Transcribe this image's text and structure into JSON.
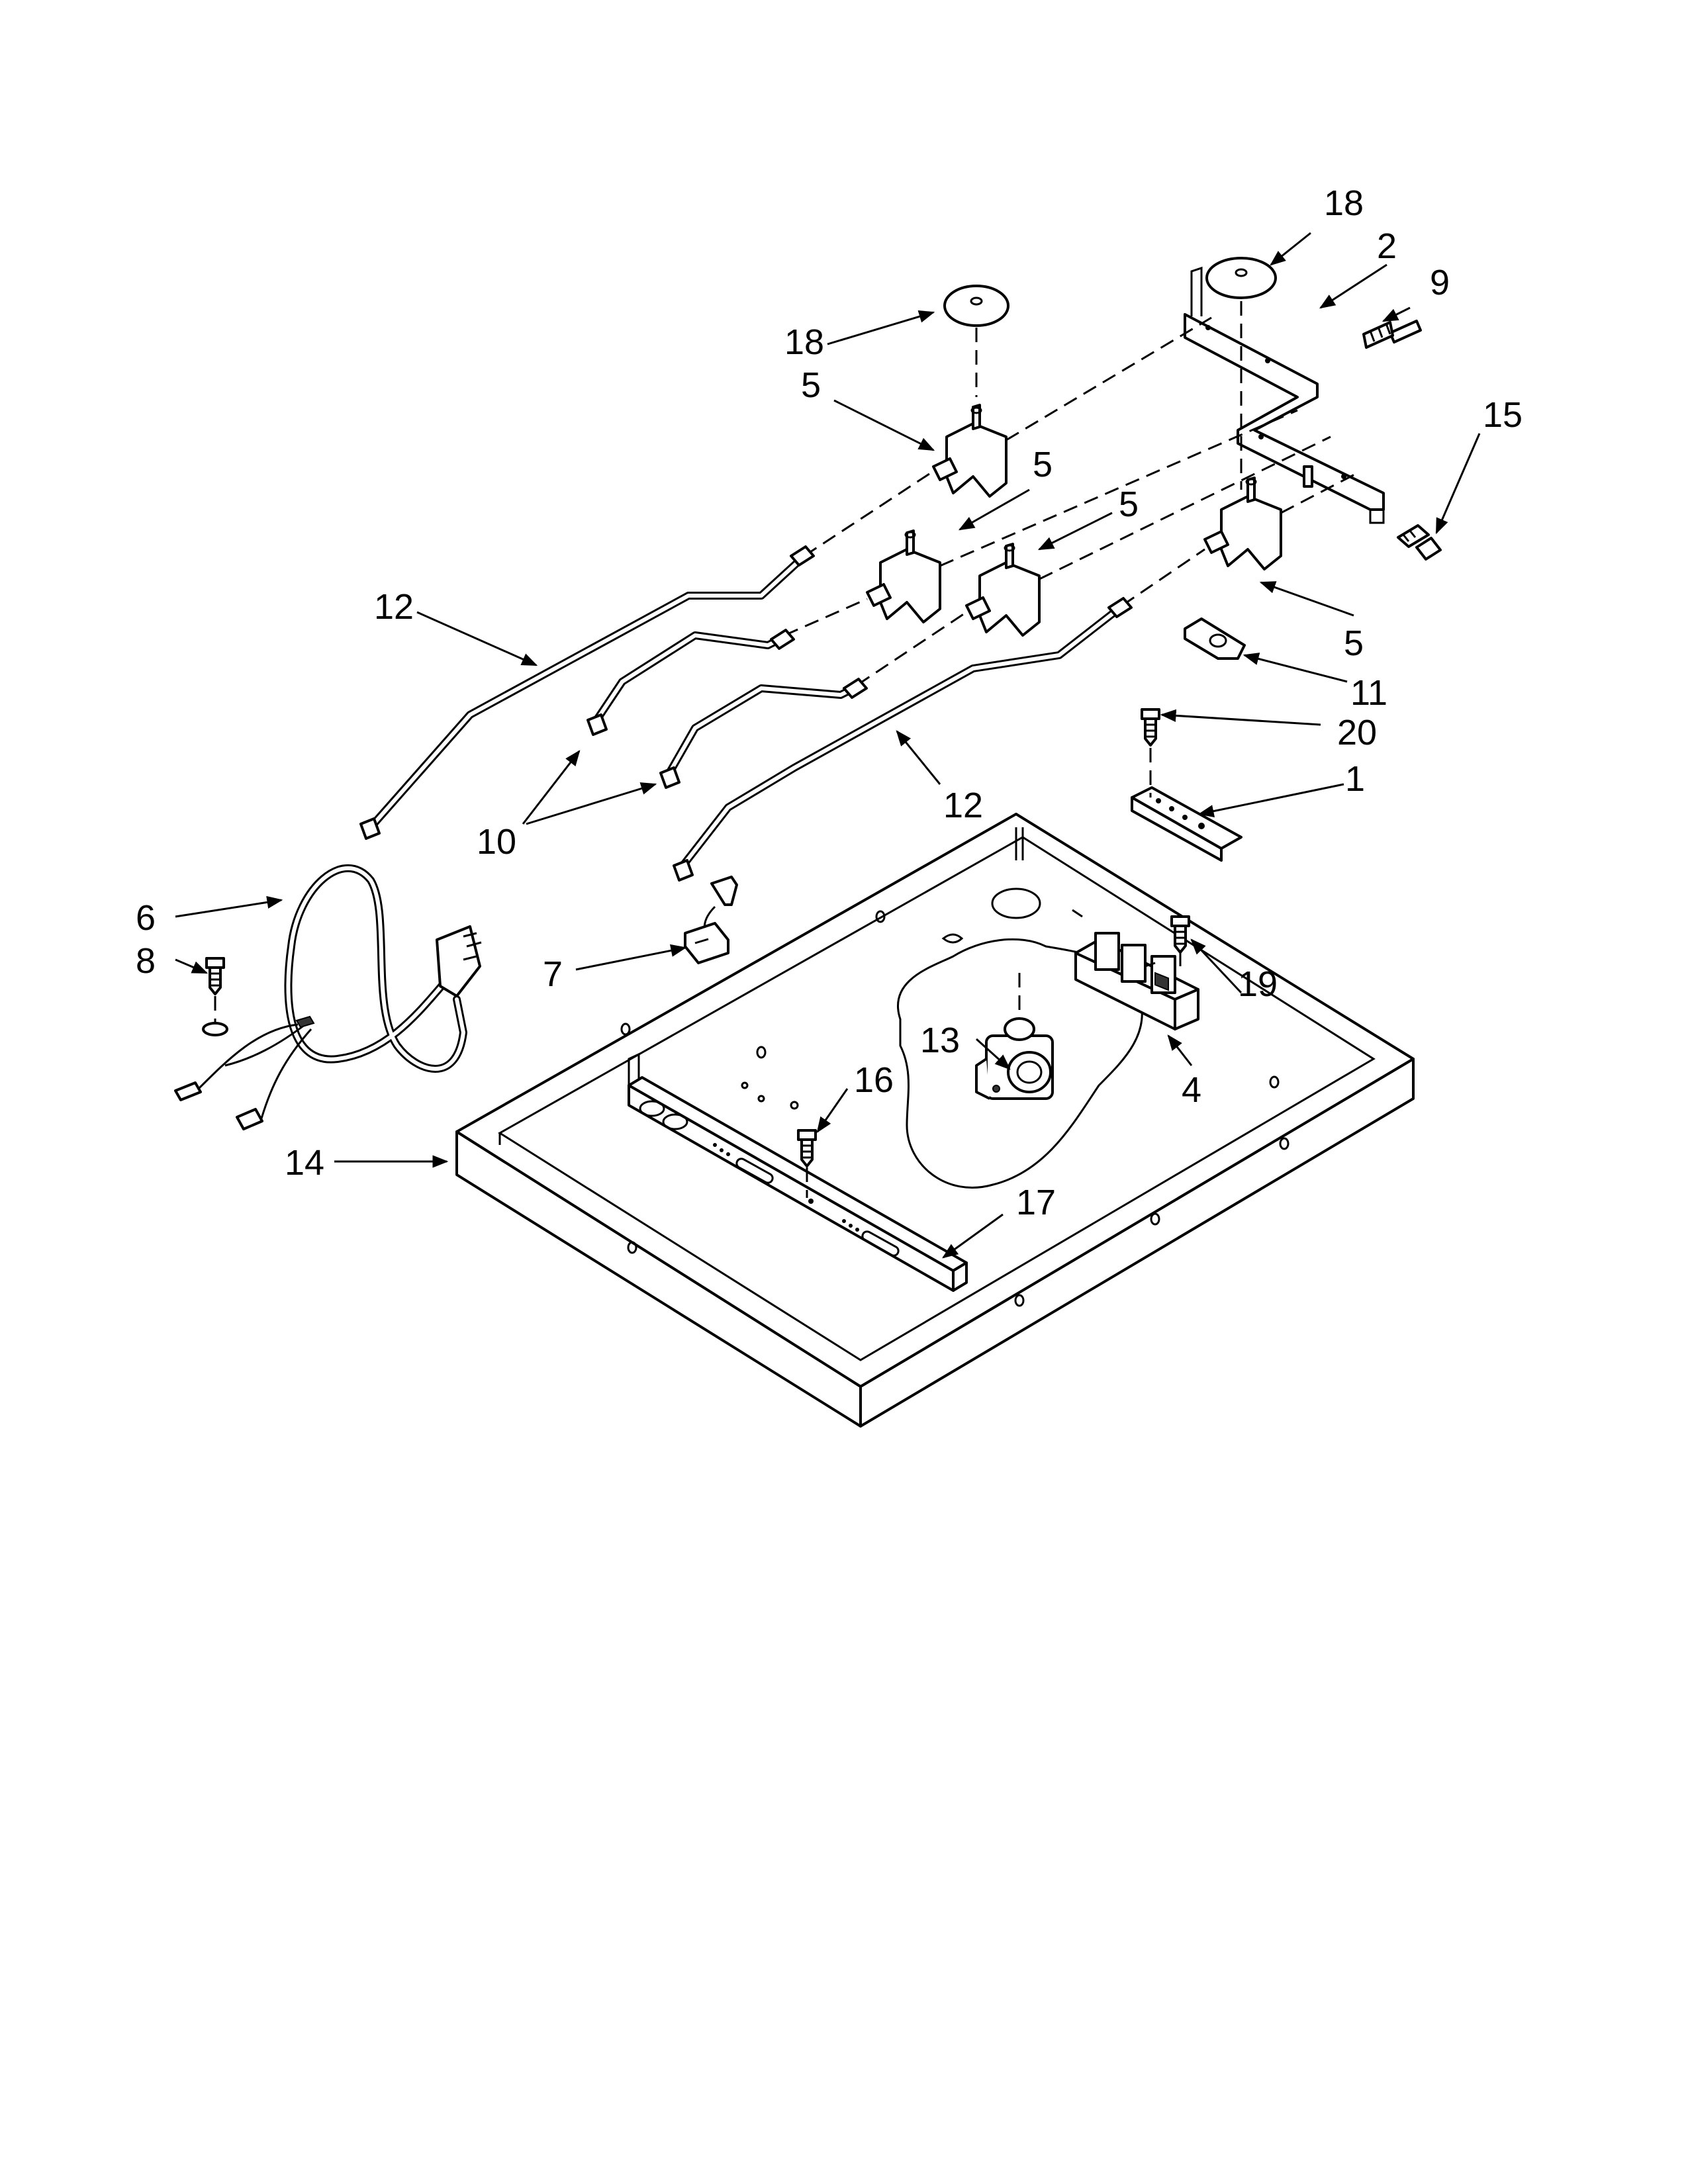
{
  "callouts": [
    {
      "id": "c1",
      "text": "1"
    },
    {
      "id": "c2",
      "text": "2"
    },
    {
      "id": "c4",
      "text": "4"
    },
    {
      "id": "c5a",
      "text": "5"
    },
    {
      "id": "c5b",
      "text": "5"
    },
    {
      "id": "c5c",
      "text": "5"
    },
    {
      "id": "c5d",
      "text": "5"
    },
    {
      "id": "c6",
      "text": "6"
    },
    {
      "id": "c7",
      "text": "7"
    },
    {
      "id": "c8",
      "text": "8"
    },
    {
      "id": "c9",
      "text": "9"
    },
    {
      "id": "c10",
      "text": "10"
    },
    {
      "id": "c11",
      "text": "11"
    },
    {
      "id": "c12a",
      "text": "12"
    },
    {
      "id": "c12b",
      "text": "12"
    },
    {
      "id": "c13",
      "text": "13"
    },
    {
      "id": "c14",
      "text": "14"
    },
    {
      "id": "c15",
      "text": "15"
    },
    {
      "id": "c16",
      "text": "16"
    },
    {
      "id": "c17",
      "text": "17"
    },
    {
      "id": "c18a",
      "text": "18"
    },
    {
      "id": "c18b",
      "text": "18"
    },
    {
      "id": "c19",
      "text": "19"
    },
    {
      "id": "c20",
      "text": "20"
    }
  ]
}
